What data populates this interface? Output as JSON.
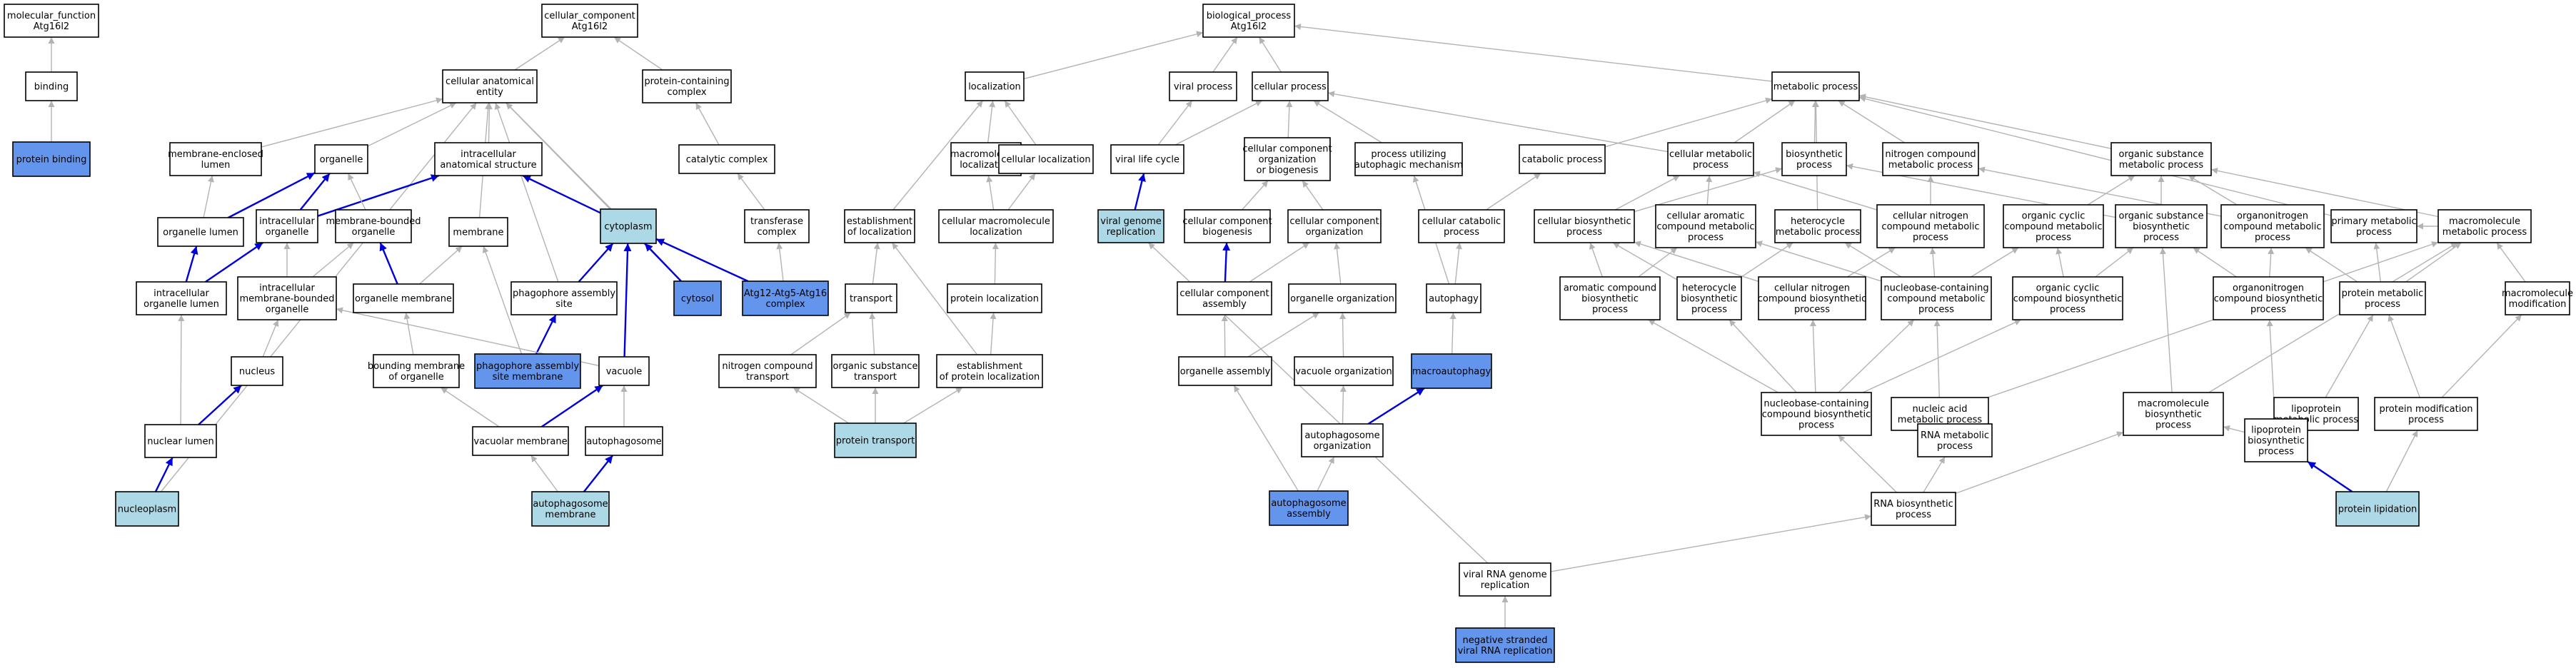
{
  "colors": {
    "default": "#ffffff",
    "light": "#add8e6",
    "dark": "#6495ed",
    "edge_grey": "#b3b3b3",
    "edge_blue": "#0000d8"
  },
  "nodes": [
    {
      "id": "mf",
      "lines": [
        "molecular_function",
        "Atg16l2"
      ],
      "fill": "default"
    },
    {
      "id": "binding",
      "lines": [
        "binding"
      ],
      "fill": "default"
    },
    {
      "id": "pbind",
      "lines": [
        "protein binding"
      ],
      "fill": "dark"
    },
    {
      "id": "cc",
      "lines": [
        "cellular_component",
        "Atg16l2"
      ],
      "fill": "default"
    },
    {
      "id": "cae",
      "lines": [
        "cellular anatomical",
        "entity"
      ],
      "fill": "default"
    },
    {
      "id": "pcc",
      "lines": [
        "protein-containing",
        "complex"
      ],
      "fill": "default"
    },
    {
      "id": "catc",
      "lines": [
        "catalytic complex"
      ],
      "fill": "default"
    },
    {
      "id": "trc",
      "lines": [
        "transferase",
        "complex"
      ],
      "fill": "default"
    },
    {
      "id": "mel",
      "lines": [
        "membrane-enclosed",
        "lumen"
      ],
      "fill": "default"
    },
    {
      "id": "org",
      "lines": [
        "organelle"
      ],
      "fill": "default"
    },
    {
      "id": "ias",
      "lines": [
        "intracellular",
        "anatomical structure"
      ],
      "fill": "default"
    },
    {
      "id": "orgl",
      "lines": [
        "organelle lumen"
      ],
      "fill": "default"
    },
    {
      "id": "io",
      "lines": [
        "intracellular",
        "organelle"
      ],
      "fill": "default"
    },
    {
      "id": "mbo",
      "lines": [
        "membrane-bounded",
        "organelle"
      ],
      "fill": "default"
    },
    {
      "id": "mem",
      "lines": [
        "membrane"
      ],
      "fill": "default"
    },
    {
      "id": "cyto",
      "lines": [
        "cytoplasm"
      ],
      "fill": "light"
    },
    {
      "id": "iol",
      "lines": [
        "intracellular",
        "organelle lumen"
      ],
      "fill": "default"
    },
    {
      "id": "imbo",
      "lines": [
        "intracellular",
        "membrane-bounded",
        "organelle"
      ],
      "fill": "default"
    },
    {
      "id": "orgm",
      "lines": [
        "organelle membrane"
      ],
      "fill": "default"
    },
    {
      "id": "pas",
      "lines": [
        "phagophore assembly",
        "site"
      ],
      "fill": "default"
    },
    {
      "id": "cytosol",
      "lines": [
        "cytosol"
      ],
      "fill": "dark"
    },
    {
      "id": "atgc",
      "lines": [
        "Atg12-Atg5-Atg16",
        "complex"
      ],
      "fill": "dark"
    },
    {
      "id": "nucleus",
      "lines": [
        "nucleus"
      ],
      "fill": "default"
    },
    {
      "id": "bmo",
      "lines": [
        "bounding membrane",
        "of organelle"
      ],
      "fill": "default"
    },
    {
      "id": "pasm",
      "lines": [
        "phagophore assembly",
        "site membrane"
      ],
      "fill": "dark"
    },
    {
      "id": "vac",
      "lines": [
        "vacuole"
      ],
      "fill": "default"
    },
    {
      "id": "nucl",
      "lines": [
        "nuclear lumen"
      ],
      "fill": "default"
    },
    {
      "id": "vacm",
      "lines": [
        "vacuolar membrane"
      ],
      "fill": "default"
    },
    {
      "id": "aps",
      "lines": [
        "autophagosome"
      ],
      "fill": "default"
    },
    {
      "id": "nucp",
      "lines": [
        "nucleoplasm"
      ],
      "fill": "light"
    },
    {
      "id": "apsm",
      "lines": [
        "autophagosome",
        "membrane"
      ],
      "fill": "light"
    },
    {
      "id": "bp",
      "lines": [
        "biological_process",
        "Atg16l2"
      ],
      "fill": "default"
    },
    {
      "id": "loc",
      "lines": [
        "localization"
      ],
      "fill": "default"
    },
    {
      "id": "vp",
      "lines": [
        "viral process"
      ],
      "fill": "default"
    },
    {
      "id": "cp",
      "lines": [
        "cellular process"
      ],
      "fill": "default"
    },
    {
      "id": "mp",
      "lines": [
        "metabolic process"
      ],
      "fill": "default"
    },
    {
      "id": "mloc",
      "lines": [
        "macromolecule",
        "localization"
      ],
      "fill": "default"
    },
    {
      "id": "cloc",
      "lines": [
        "cellular localization"
      ],
      "fill": "default"
    },
    {
      "id": "vlc",
      "lines": [
        "viral life cycle"
      ],
      "fill": "default"
    },
    {
      "id": "ccob",
      "lines": [
        "cellular component",
        "organization",
        "or biogenesis"
      ],
      "fill": "default"
    },
    {
      "id": "puam",
      "lines": [
        "process utilizing",
        "autophagic mechanism"
      ],
      "fill": "default"
    },
    {
      "id": "catp",
      "lines": [
        "catabolic process"
      ],
      "fill": "default"
    },
    {
      "id": "cmp",
      "lines": [
        "cellular metabolic",
        "process"
      ],
      "fill": "default"
    },
    {
      "id": "bsp",
      "lines": [
        "biosynthetic",
        "process"
      ],
      "fill": "default"
    },
    {
      "id": "ncmp",
      "lines": [
        "nitrogen compound",
        "metabolic process"
      ],
      "fill": "default"
    },
    {
      "id": "osmp",
      "lines": [
        "organic substance",
        "metabolic process"
      ],
      "fill": "default"
    },
    {
      "id": "eol",
      "lines": [
        "establishment",
        "of localization"
      ],
      "fill": "default"
    },
    {
      "id": "cmloc",
      "lines": [
        "cellular macromolecule",
        "localization"
      ],
      "fill": "default"
    },
    {
      "id": "vgr",
      "lines": [
        "viral genome",
        "replication"
      ],
      "fill": "light"
    },
    {
      "id": "ccb",
      "lines": [
        "cellular component",
        "biogenesis"
      ],
      "fill": "default"
    },
    {
      "id": "cco",
      "lines": [
        "cellular component",
        "organization"
      ],
      "fill": "default"
    },
    {
      "id": "ccatp",
      "lines": [
        "cellular catabolic",
        "process"
      ],
      "fill": "default"
    },
    {
      "id": "cbp",
      "lines": [
        "cellular biosynthetic",
        "process"
      ],
      "fill": "default"
    },
    {
      "id": "cacmp",
      "lines": [
        "cellular aromatic",
        "compound metabolic",
        "process"
      ],
      "fill": "default"
    },
    {
      "id": "hmp",
      "lines": [
        "heterocycle",
        "metabolic process"
      ],
      "fill": "default"
    },
    {
      "id": "cncmp",
      "lines": [
        "cellular nitrogen",
        "compound metabolic",
        "process"
      ],
      "fill": "default"
    },
    {
      "id": "occmp",
      "lines": [
        "organic cyclic",
        "compound metabolic",
        "process"
      ],
      "fill": "default"
    },
    {
      "id": "osbp",
      "lines": [
        "organic substance",
        "biosynthetic",
        "process"
      ],
      "fill": "default"
    },
    {
      "id": "oncmp",
      "lines": [
        "organonitrogen",
        "compound metabolic",
        "process"
      ],
      "fill": "default"
    },
    {
      "id": "pmp",
      "lines": [
        "primary metabolic",
        "process"
      ],
      "fill": "default"
    },
    {
      "id": "mmp",
      "lines": [
        "macromolecule",
        "metabolic process"
      ],
      "fill": "default"
    },
    {
      "id": "trans",
      "lines": [
        "transport"
      ],
      "fill": "default"
    },
    {
      "id": "ploc",
      "lines": [
        "protein localization"
      ],
      "fill": "default"
    },
    {
      "id": "cca",
      "lines": [
        "cellular component",
        "assembly"
      ],
      "fill": "default"
    },
    {
      "id": "orgo",
      "lines": [
        "organelle organization"
      ],
      "fill": "default"
    },
    {
      "id": "autoph",
      "lines": [
        "autophagy"
      ],
      "fill": "default"
    },
    {
      "id": "acbp",
      "lines": [
        "aromatic compound",
        "biosynthetic",
        "process"
      ],
      "fill": "default"
    },
    {
      "id": "hbp",
      "lines": [
        "heterocycle",
        "biosynthetic",
        "process"
      ],
      "fill": "default"
    },
    {
      "id": "cncbp",
      "lines": [
        "cellular nitrogen",
        "compound biosynthetic",
        "process"
      ],
      "fill": "default"
    },
    {
      "id": "nbccmp",
      "lines": [
        "nucleobase-containing",
        "compound metabolic",
        "process"
      ],
      "fill": "default"
    },
    {
      "id": "occbp",
      "lines": [
        "organic cyclic",
        "compound biosynthetic",
        "process"
      ],
      "fill": "default"
    },
    {
      "id": "oncbp",
      "lines": [
        "organonitrogen",
        "compound biosynthetic",
        "process"
      ],
      "fill": "default"
    },
    {
      "id": "protmp",
      "lines": [
        "protein metabolic",
        "process"
      ],
      "fill": "default"
    },
    {
      "id": "mmod",
      "lines": [
        "macromolecule",
        "modification"
      ],
      "fill": "default"
    },
    {
      "id": "nct",
      "lines": [
        "nitrogen compound",
        "transport"
      ],
      "fill": "default"
    },
    {
      "id": "ost",
      "lines": [
        "organic substance",
        "transport"
      ],
      "fill": "default"
    },
    {
      "id": "eopl",
      "lines": [
        "establishment",
        "of protein localization"
      ],
      "fill": "default"
    },
    {
      "id": "orga",
      "lines": [
        "organelle assembly"
      ],
      "fill": "default"
    },
    {
      "id": "vaco",
      "lines": [
        "vacuole organization"
      ],
      "fill": "default"
    },
    {
      "id": "macro",
      "lines": [
        "macroautophagy"
      ],
      "fill": "dark"
    },
    {
      "id": "nbccbp",
      "lines": [
        "nucleobase-containing",
        "compound biosynthetic",
        "process"
      ],
      "fill": "default"
    },
    {
      "id": "namp",
      "lines": [
        "nucleic acid",
        "metabolic process"
      ],
      "fill": "default"
    },
    {
      "id": "mbp",
      "lines": [
        "macromolecule",
        "biosynthetic",
        "process"
      ],
      "fill": "default"
    },
    {
      "id": "lmp",
      "lines": [
        "lipoprotein",
        "metabolic process"
      ],
      "fill": "default"
    },
    {
      "id": "pmodp",
      "lines": [
        "protein modification",
        "process"
      ],
      "fill": "default"
    },
    {
      "id": "pt",
      "lines": [
        "protein transport"
      ],
      "fill": "light"
    },
    {
      "id": "apo",
      "lines": [
        "autophagosome",
        "organization"
      ],
      "fill": "default"
    },
    {
      "id": "rmp",
      "lines": [
        "RNA metabolic",
        "process"
      ],
      "fill": "default"
    },
    {
      "id": "lbp",
      "lines": [
        "lipoprotein",
        "biosynthetic",
        "process"
      ],
      "fill": "default"
    },
    {
      "id": "apa",
      "lines": [
        "autophagosome",
        "assembly"
      ],
      "fill": "dark"
    },
    {
      "id": "rbp",
      "lines": [
        "RNA biosynthetic",
        "process"
      ],
      "fill": "default"
    },
    {
      "id": "plip",
      "lines": [
        "protein lipidation"
      ],
      "fill": "light"
    },
    {
      "id": "vrgr",
      "lines": [
        "viral RNA genome",
        "replication"
      ],
      "fill": "default"
    },
    {
      "id": "nsvrr",
      "lines": [
        "negative stranded",
        "viral RNA replication"
      ],
      "fill": "dark"
    }
  ],
  "edges": [
    [
      "binding",
      "mf",
      "g"
    ],
    [
      "pbind",
      "binding",
      "g"
    ],
    [
      "cae",
      "cc",
      "g"
    ],
    [
      "pcc",
      "cc",
      "g"
    ],
    [
      "catc",
      "pcc",
      "g"
    ],
    [
      "trc",
      "catc",
      "g"
    ],
    [
      "atgc",
      "trc",
      "g"
    ],
    [
      "mel",
      "cae",
      "g"
    ],
    [
      "org",
      "cae",
      "g"
    ],
    [
      "ias",
      "cae",
      "g"
    ],
    [
      "mem",
      "cae",
      "g"
    ],
    [
      "cyto",
      "cae",
      "g"
    ],
    [
      "pas",
      "cae",
      "g"
    ],
    [
      "nucp",
      "cae",
      "g"
    ],
    [
      "cytosol",
      "cae",
      "g"
    ],
    [
      "orgl",
      "mel",
      "g"
    ],
    [
      "orgl",
      "org",
      "b"
    ],
    [
      "io",
      "org",
      "b"
    ],
    [
      "io",
      "ias",
      "b"
    ],
    [
      "mbo",
      "org",
      "g"
    ],
    [
      "iol",
      "orgl",
      "b"
    ],
    [
      "iol",
      "io",
      "b"
    ],
    [
      "imbo",
      "io",
      "g"
    ],
    [
      "imbo",
      "mbo",
      "g"
    ],
    [
      "orgm",
      "mbo",
      "b"
    ],
    [
      "orgm",
      "mem",
      "g"
    ],
    [
      "pas",
      "cyto",
      "b"
    ],
    [
      "cytosol",
      "cyto",
      "b"
    ],
    [
      "atgc",
      "cyto",
      "b"
    ],
    [
      "cyto",
      "ias",
      "b"
    ],
    [
      "vac",
      "cyto",
      "b"
    ],
    [
      "nucleus",
      "imbo",
      "g"
    ],
    [
      "nucl",
      "iol",
      "g"
    ],
    [
      "nucl",
      "nucleus",
      "b"
    ],
    [
      "nucp",
      "nucl",
      "b"
    ],
    [
      "bmo",
      "orgm",
      "g"
    ],
    [
      "pasm",
      "pas",
      "b"
    ],
    [
      "pasm",
      "mem",
      "g"
    ],
    [
      "vac",
      "imbo",
      "g"
    ],
    [
      "vacm",
      "vac",
      "b"
    ],
    [
      "vacm",
      "bmo",
      "g"
    ],
    [
      "aps",
      "vac",
      "g"
    ],
    [
      "apsm",
      "aps",
      "b"
    ],
    [
      "apsm",
      "vacm",
      "g"
    ],
    [
      "loc",
      "bp",
      "g"
    ],
    [
      "vp",
      "bp",
      "g"
    ],
    [
      "cp",
      "bp",
      "g"
    ],
    [
      "mp",
      "bp",
      "g"
    ],
    [
      "mloc",
      "loc",
      "g"
    ],
    [
      "cloc",
      "loc",
      "g"
    ],
    [
      "eol",
      "loc",
      "g"
    ],
    [
      "cmloc",
      "mloc",
      "g"
    ],
    [
      "cmloc",
      "cloc",
      "g"
    ],
    [
      "ploc",
      "cmloc",
      "g"
    ],
    [
      "eopl",
      "ploc",
      "g"
    ],
    [
      "eopl",
      "eol",
      "g"
    ],
    [
      "trans",
      "eol",
      "g"
    ],
    [
      "nct",
      "trans",
      "g"
    ],
    [
      "ost",
      "trans",
      "g"
    ],
    [
      "pt",
      "nct",
      "g"
    ],
    [
      "pt",
      "ost",
      "g"
    ],
    [
      "pt",
      "eopl",
      "g"
    ],
    [
      "vlc",
      "vp",
      "g"
    ],
    [
      "vgr",
      "vlc",
      "b"
    ],
    [
      "vlc",
      "cp",
      "g"
    ],
    [
      "vrgr",
      "vgr",
      "g"
    ],
    [
      "vrgr",
      "rbp",
      "g"
    ],
    [
      "nsvrr",
      "vrgr",
      "g"
    ],
    [
      "ccob",
      "cp",
      "g"
    ],
    [
      "ccb",
      "ccob",
      "g"
    ],
    [
      "cco",
      "ccob",
      "g"
    ],
    [
      "cca",
      "ccb",
      "b"
    ],
    [
      "cca",
      "cco",
      "g"
    ],
    [
      "orgo",
      "cco",
      "g"
    ],
    [
      "orga",
      "cca",
      "g"
    ],
    [
      "orga",
      "orgo",
      "g"
    ],
    [
      "vaco",
      "orgo",
      "g"
    ],
    [
      "apo",
      "vaco",
      "g"
    ],
    [
      "apa",
      "apo",
      "g"
    ],
    [
      "apa",
      "orga",
      "g"
    ],
    [
      "puam",
      "cp",
      "g"
    ],
    [
      "autoph",
      "puam",
      "g"
    ],
    [
      "ccatp",
      "catp",
      "g"
    ],
    [
      "autoph",
      "ccatp",
      "g"
    ],
    [
      "macro",
      "autoph",
      "g"
    ],
    [
      "apo",
      "macro",
      "b"
    ],
    [
      "catp",
      "mp",
      "g"
    ],
    [
      "cmp",
      "mp",
      "g"
    ],
    [
      "cmp",
      "cp",
      "g"
    ],
    [
      "bsp",
      "mp",
      "g"
    ],
    [
      "ncmp",
      "mp",
      "g"
    ],
    [
      "osmp",
      "mp",
      "g"
    ],
    [
      "cbp",
      "cmp",
      "g"
    ],
    [
      "cbp",
      "bsp",
      "g"
    ],
    [
      "cacmp",
      "cmp",
      "g"
    ],
    [
      "hmp",
      "mp",
      "g"
    ],
    [
      "cncmp",
      "cmp",
      "g"
    ],
    [
      "cncmp",
      "ncmp",
      "g"
    ],
    [
      "occmp",
      "osmp",
      "g"
    ],
    [
      "osbp",
      "osmp",
      "g"
    ],
    [
      "osbp",
      "bsp",
      "g"
    ],
    [
      "oncmp",
      "osmp",
      "g"
    ],
    [
      "oncmp",
      "ncmp",
      "g"
    ],
    [
      "pmp",
      "mp",
      "g"
    ],
    [
      "mmp",
      "osmp",
      "g"
    ],
    [
      "mmp",
      "pmp",
      "g"
    ],
    [
      "acbp",
      "cacmp",
      "g"
    ],
    [
      "acbp",
      "cbp",
      "g"
    ],
    [
      "hbp",
      "hmp",
      "g"
    ],
    [
      "hbp",
      "cbp",
      "g"
    ],
    [
      "cncbp",
      "cncmp",
      "g"
    ],
    [
      "cncbp",
      "cbp",
      "g"
    ],
    [
      "nbccmp",
      "cacmp",
      "g"
    ],
    [
      "nbccmp",
      "hmp",
      "g"
    ],
    [
      "nbccmp",
      "cncmp",
      "g"
    ],
    [
      "nbccmp",
      "occmp",
      "g"
    ],
    [
      "occbp",
      "occmp",
      "g"
    ],
    [
      "occbp",
      "osbp",
      "g"
    ],
    [
      "oncbp",
      "oncmp",
      "g"
    ],
    [
      "oncbp",
      "osbp",
      "g"
    ],
    [
      "protmp",
      "pmp",
      "g"
    ],
    [
      "protmp",
      "mmp",
      "g"
    ],
    [
      "protmp",
      "oncmp",
      "g"
    ],
    [
      "mmod",
      "mmp",
      "g"
    ],
    [
      "nbccbp",
      "nbccmp",
      "g"
    ],
    [
      "nbccbp",
      "acbp",
      "g"
    ],
    [
      "nbccbp",
      "hbp",
      "g"
    ],
    [
      "nbccbp",
      "cncbp",
      "g"
    ],
    [
      "nbccbp",
      "occbp",
      "g"
    ],
    [
      "namp",
      "nbccmp",
      "g"
    ],
    [
      "namp",
      "mmp",
      "g"
    ],
    [
      "mbp",
      "mmp",
      "g"
    ],
    [
      "mbp",
      "osbp",
      "g"
    ],
    [
      "lmp",
      "protmp",
      "g"
    ],
    [
      "pmodp",
      "protmp",
      "g"
    ],
    [
      "pmodp",
      "mmod",
      "g"
    ],
    [
      "rmp",
      "namp",
      "g"
    ],
    [
      "rbp",
      "rmp",
      "g"
    ],
    [
      "rbp",
      "nbccbp",
      "g"
    ],
    [
      "rbp",
      "mbp",
      "g"
    ],
    [
      "lbp",
      "lmp",
      "g"
    ],
    [
      "lbp",
      "mbp",
      "g"
    ],
    [
      "lbp",
      "oncbp",
      "g"
    ],
    [
      "plip",
      "lbp",
      "b"
    ],
    [
      "plip",
      "pmodp",
      "g"
    ]
  ]
}
